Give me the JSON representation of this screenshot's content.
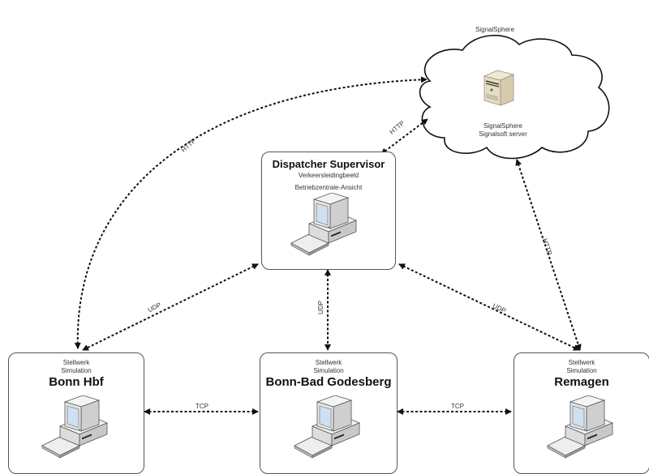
{
  "cloud": {
    "title": "SignalSphere",
    "server_line1": "SignalSphere",
    "server_line2": "Signalsoft server"
  },
  "dispatcher": {
    "title": "Dispatcher Supervisor",
    "line1": "Verkeersleidingbeeld",
    "line2": "Betriebzentrale-Ansicht"
  },
  "stations": [
    {
      "line1": "Stellwerk",
      "line2": "Simulation",
      "name": "Bonn Hbf"
    },
    {
      "line1": "Stellwerk",
      "line2": "Simulation",
      "name": "Bonn-Bad Godesberg"
    },
    {
      "line1": "Stellwerk",
      "line2": "Simulation",
      "name": "Remagen"
    }
  ],
  "links": {
    "bonn_cloud": "HTTP",
    "dispatcher_cloud": "HTTP",
    "remagen_cloud": "HTTP",
    "dispatcher_bonn": "UDP",
    "dispatcher_godesberg": "UDP",
    "dispatcher_remagen": "UDP",
    "bonn_godesberg": "TCP",
    "godesberg_remagen": "TCP"
  }
}
